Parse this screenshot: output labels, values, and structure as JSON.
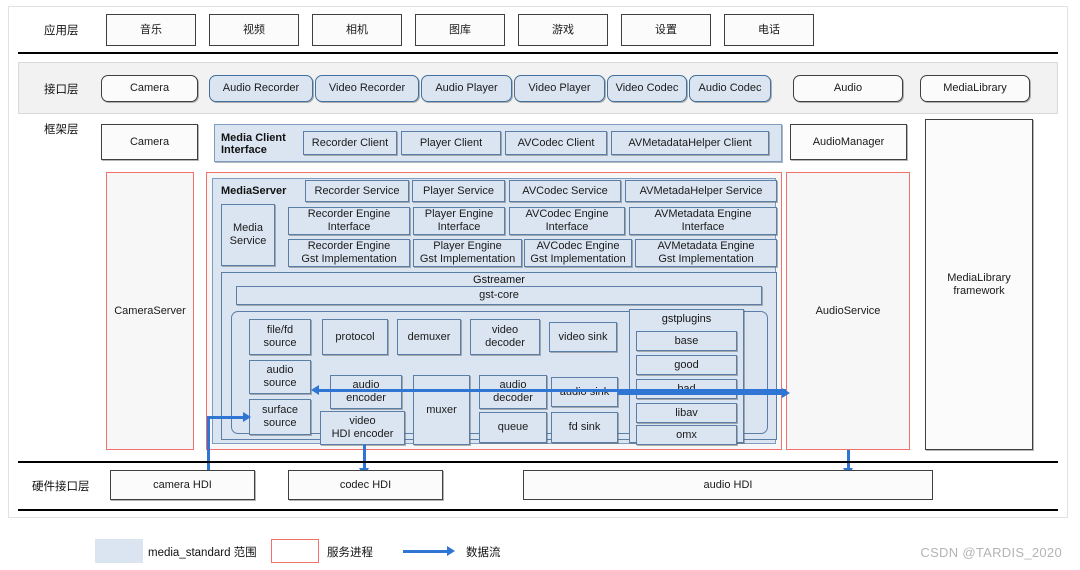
{
  "layers": {
    "app": "应用层",
    "interface": "接口层",
    "framework": "框架层",
    "hardware": "硬件接口层"
  },
  "app_layer": {
    "items": [
      "音乐",
      "视频",
      "相机",
      "图库",
      "游戏",
      "设置",
      "电话"
    ]
  },
  "interface_layer": {
    "items": [
      {
        "label": "Camera",
        "tint": false
      },
      {
        "label": "Audio Recorder",
        "tint": true
      },
      {
        "label": "Video Recorder",
        "tint": true
      },
      {
        "label": "Audio Player",
        "tint": true
      },
      {
        "label": "Video Player",
        "tint": true
      },
      {
        "label": "Video Codec",
        "tint": true
      },
      {
        "label": "Audio Codec",
        "tint": true
      },
      {
        "label": "Audio",
        "tint": false
      },
      {
        "label": "MediaLibrary",
        "tint": false
      }
    ]
  },
  "framework_layer": {
    "camera_box": "Camera",
    "camera_server": "CameraServer",
    "audio_manager": "AudioManager",
    "audio_service": "AudioService",
    "media_library_framework": "MediaLibrary\nframework",
    "media_client_interface": {
      "title": "Media Client\nInterface",
      "clients": [
        "Recorder Client",
        "Player Client",
        "AVCodec Client",
        "AVMetadataHelper Client"
      ]
    },
    "media_server": {
      "title": "MediaServer",
      "media_service": "Media\nService",
      "services": [
        "Recorder Service",
        "Player Service",
        "AVCodec Service",
        "AVMetadaHelper Service"
      ],
      "engine_interfaces": [
        "Recorder Engine\nInterface",
        "Player Engine\nInterface",
        "AVCodec Engine\nInterface",
        "AVMetadata Engine\nInterface"
      ],
      "engine_impls": [
        "Recorder Engine\nGst Implementation",
        "Player Engine\nGst Implementation",
        "AVCodec Engine\nGst Implementation",
        "AVMetadata Engine\nGst Implementation"
      ],
      "gstreamer": {
        "title": "Gstreamer",
        "core": "gst-core",
        "elements": [
          "file/fd\nsource",
          "protocol",
          "demuxer",
          "video\ndecoder",
          "video sink",
          "audio\nsource",
          "audio\nencoder",
          "audio\ndecoder",
          "audio sink",
          "surface\nsource",
          "video\nHDI encoder",
          "muxer",
          "queue",
          "fd sink"
        ],
        "plugins": {
          "title": "gstplugins",
          "items": [
            "base",
            "good",
            "bad",
            "libav",
            "omx"
          ]
        }
      }
    }
  },
  "hardware_layer": {
    "items": [
      "camera HDI",
      "codec HDI",
      "audio HDI"
    ]
  },
  "legend": {
    "media_standard": "media_standard 范围",
    "service_process": "服务进程",
    "data_flow": "数据流"
  },
  "watermark": "CSDN @TARDIS_2020",
  "colors": {
    "tint": "#dbe5f1",
    "tint_border": "#41719c",
    "service_red": "#f2706e",
    "arrow_blue": "#2e75d4",
    "panel_grey": "#f2f2f2"
  }
}
